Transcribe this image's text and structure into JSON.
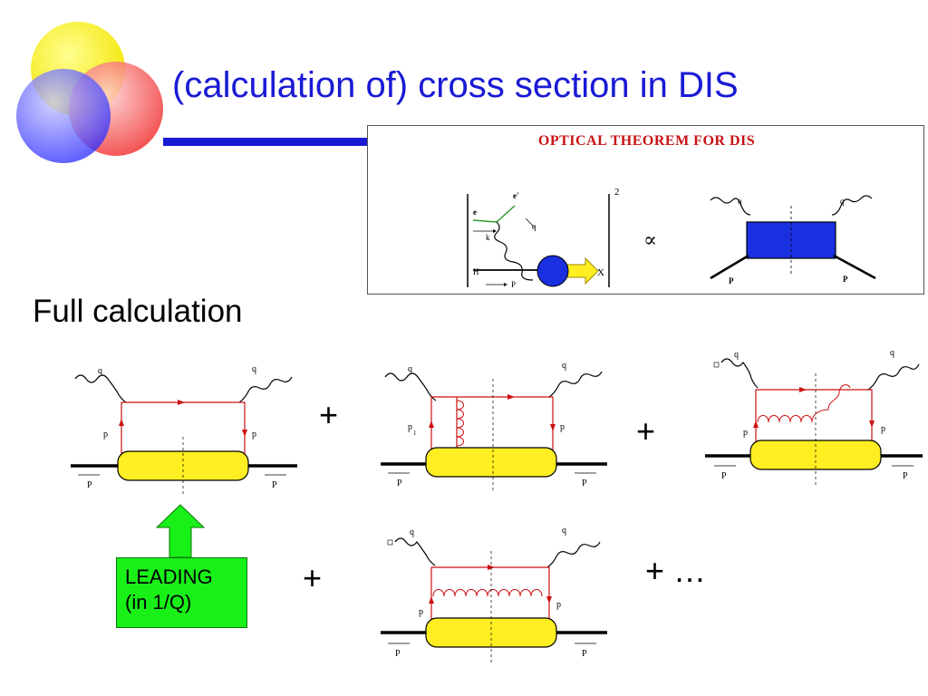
{
  "slide": {
    "title": "(calculation of) cross section in DIS",
    "subtitle": "Full calculation",
    "colors": {
      "title": "#1a1ad6",
      "accent_bar": "#1a1ad6",
      "blob_yellow": "#ffee22",
      "blob_blue": "#1a2fe0",
      "quark_line": "#cc1010",
      "leading_green": "#18f018"
    }
  },
  "optical_theorem": {
    "title": "OPTICAL THEOREM FOR DIS",
    "labels": {
      "e": "e",
      "e_prime": "e'",
      "k": "k",
      "q": "q",
      "H": "H",
      "P": "P",
      "X": "X",
      "exponent": "2",
      "proportional": "∝"
    }
  },
  "diagrams": {
    "labels": {
      "q": "q",
      "p": "p",
      "P": "P",
      "p1": "p",
      "p1_sub": "1"
    }
  },
  "operators": {
    "plus": "+",
    "plus_ellipsis": "+ …"
  },
  "leading": {
    "line1": "LEADING",
    "line2": "(in 1/Q)"
  }
}
